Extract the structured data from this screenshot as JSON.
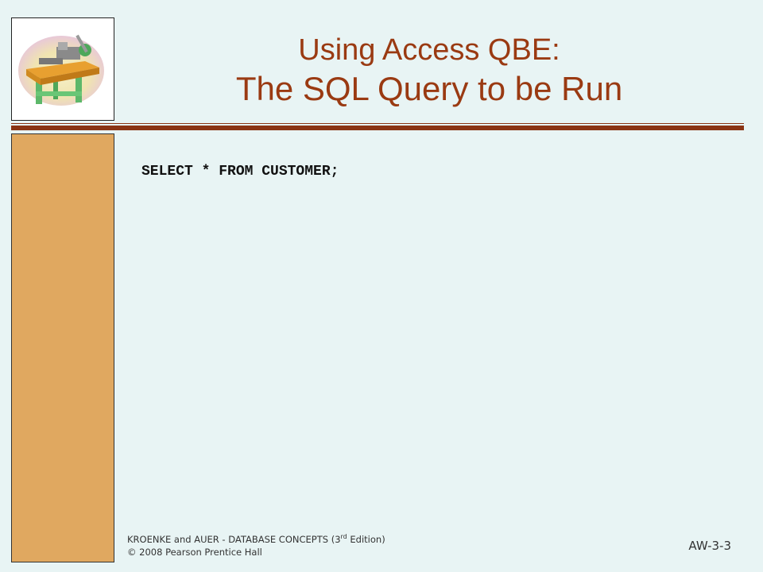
{
  "title": {
    "line1": "Using Access QBE:",
    "line2": "The SQL Query to be Run"
  },
  "body": {
    "sql": "SELECT * FROM CUSTOMER;"
  },
  "footer": {
    "line1_pre": "KROENKE and AUER -  DATABASE CONCEPTS (3",
    "line1_sup": "rd",
    "line1_post": " Edition)",
    "line2": "© 2008 Pearson Prentice Hall",
    "slide_number": "AW-3-3"
  },
  "colors": {
    "background": "#e8f4f4",
    "title": "#9a3a12",
    "rule": "#8a3414",
    "sidebar": "#e0a860"
  },
  "icons": {
    "logo": "workbench-vise-icon"
  }
}
